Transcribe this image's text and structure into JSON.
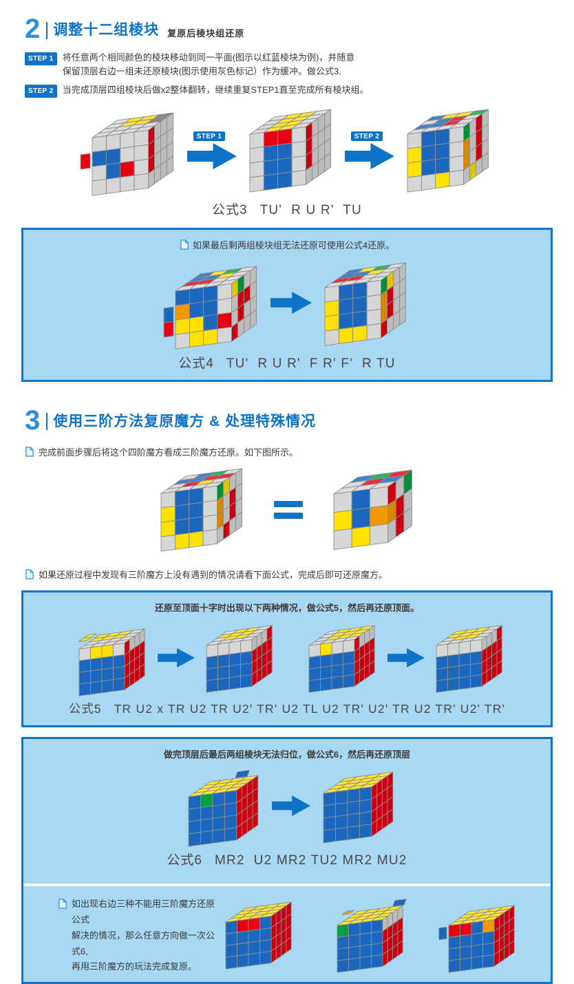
{
  "colors": {
    "accent_blue": "#0e74c8",
    "heading_number_blue": "#2b90d9",
    "heading_title_blue": "#0c73c6",
    "box_fill": "#a9d8f4",
    "text_dark": "#3e3a39",
    "formula_text": "#4c4948",
    "cube": {
      "G": "#d5d6d6",
      "Y": "#ffe100",
      "R": "#e60012",
      "B": "#1a67bd",
      "N": "#00a23f",
      "O": "#f39800",
      "D": "#6f6f6f"
    }
  },
  "section2": {
    "number": "2",
    "title": "调整十二组棱块",
    "subtitle": "复原后棱块组还原",
    "steps": [
      {
        "badge": "STEP 1",
        "lines": [
          "将任意两个相同颜色的棱块移动到同一平面(图示以红蓝棱块为例)，并随意",
          "保留顶层右边一组未还原棱块(图示使用灰色标记）作为缓冲。做公式3."
        ]
      },
      {
        "badge": "STEP 2",
        "lines": [
          "当完成顶层四组棱块后做x2整体翻转，继续重复STEP1直至完成所有棱块组。"
        ]
      }
    ],
    "flow": {
      "step1_label": "STEP 1",
      "step2_label": "STEP 2"
    },
    "formula_label": "公式3",
    "formula": "TU'  R U R'  TU",
    "cubes": [
      {
        "n": 4,
        "s": 21,
        "top": "GYYD GYYD GGGG GGGG",
        "front": "GGGG BBGG GBRG GGGG",
        "right": "RGGG RGGG RGGG GGGG",
        "tabs": [
          {
            "face": "front-left",
            "index": 1,
            "color": "R"
          }
        ]
      },
      {
        "n": 4,
        "s": 21,
        "top": "GYYG GYYG GYYG GYYG",
        "front": "GRRG GBBG GBBG GBBG",
        "right": "RGGG RGGG RGGG GGGG"
      },
      {
        "n": 4,
        "s": 21,
        "top": "BYYN GBRG BBRG GGGG",
        "front": "GBBG YBBG YBBG GGYG",
        "right": "NGRG OGRG OGRG GYGG"
      }
    ]
  },
  "box4": {
    "note": "如果最后剩两组棱块组无法还原可使用公式4还原。",
    "formula_label": "公式4",
    "formula": "TU'  R U R'  F R' F'  R TU",
    "cubes": [
      {
        "n": 4,
        "s": 21,
        "top": "BYNG BBYG RRGG GGGG",
        "front": "BBBG OBBG YYBR GYYG",
        "right": "YNGG GRRG GRGG RGGG",
        "tabs": [
          {
            "face": "front-left",
            "index": 1,
            "color": "B"
          },
          {
            "face": "front-left",
            "index": 2,
            "color": "R"
          }
        ]
      },
      {
        "n": 4,
        "s": 21,
        "top": "BYNG BBYG RRGG GGGG",
        "front": "GBBG YBBG YBBG GYYG",
        "right": "NYGG ORGG ORGG RGGG"
      }
    ]
  },
  "section3": {
    "number": "3",
    "title": "使用三阶方法复原魔方 & 处理特殊情况",
    "note1": "完成前面步骤后将这个四阶魔方看成三阶魔方还原。如下图所示。",
    "note2": "如果还原过程中发现有三阶魔方上没有遇到的情况请看下面公式，完成后即可还原魔方。",
    "cubes": [
      {
        "n": 4,
        "s": 21,
        "top": "GBNG BBRR GRYG GGGG",
        "front": "GBBG YBBG YBBG GYYG",
        "right": "NYGG OGRG OGRG GRGG"
      },
      {
        "n": 3,
        "s": 27,
        "top": "BNR GRB GGG",
        "front": "GBG YBO GYG",
        "right": "RGN ORG GRG"
      }
    ]
  },
  "box5": {
    "title": "还原至顶面十字时出现以下两种情况，做公式5，然后再还原顶面。",
    "formula_label": "公式5",
    "formula": "TR U2 x TR U2 TR U2' TR' U2 TL U2 TR' U2' TR U2 TR' U2' TR'",
    "cubes": [
      {
        "n": 4,
        "s": 17,
        "top": "YYYG YYYG GGGG GGGG",
        "front": "GYYG BBBB BBBB BBBB",
        "right": "RGGG RRRR RRRR RRRR",
        "tabs": [
          {
            "face": "top-left",
            "index": 0,
            "color": "Y"
          },
          {
            "face": "top-left",
            "index": 1,
            "color": "Y"
          }
        ]
      },
      {
        "n": 4,
        "s": 17,
        "top": "GYYG YYYG GYYG GGGG",
        "front": "GGGG BBBB BBBB BBBB",
        "right": "GGGR RRRR RRRR RRRR"
      },
      {
        "n": 4,
        "s": 17,
        "top": "GYYY GYYY GYYY GGGG",
        "front": "GYGG BBBB BBBB BBBB",
        "right": "RGGG RRRR RRRR RRRR"
      },
      {
        "n": 4,
        "s": 17,
        "top": "YYYG YYYG GYYG GGGG",
        "front": "GGGG BBBB BBBB BBBB",
        "right": "GGGR RRRR RRRR RRRR"
      }
    ]
  },
  "box6": {
    "title": "做完顶层后最后两组棱块无法归位，做公式6，然后再还原顶层",
    "formula_label": "公式6",
    "formula": "MR2  U2 MR2 TU2 MR2 MU2",
    "cubes": [
      {
        "n": 4,
        "s": 18,
        "top": "YYYY YYYY YYYY YYYY",
        "front": "BNBB BBBB BBBB BBBB",
        "right": "RRRR RRRR RRRR RRRR",
        "tabs": [
          {
            "face": "top-back",
            "index": 2,
            "color": "B"
          }
        ]
      },
      {
        "n": 4,
        "s": 18,
        "top": "YYYY YYYY YYYY YYYY",
        "front": "BBBB BBBB BBBB BBBB",
        "right": "RRRR RRRR RRRR RRRR"
      }
    ],
    "special_note_lines": [
      "如出现右边三种不能用三阶魔方还原公式",
      "解决的情况，那么任意方向做一次公式6,",
      "再用三阶魔方的玩法完成复原。"
    ],
    "special_cubes": [
      {
        "n": 4,
        "s": 17,
        "top": "YYYY YYYY YYYY YYYY",
        "front": "BRRB BBBB BBBB BBBB",
        "right": "RRRR RRRR RRRR RRRR"
      },
      {
        "n": 4,
        "s": 17,
        "top": "YYYY YYYY YYYY YYYY",
        "front": "NBBB BBBB BBBB BBBB",
        "right": "GGGG RRRR RRRR RRRR",
        "tabs": [
          {
            "face": "top-left",
            "index": 0,
            "color": "O"
          },
          {
            "face": "top-back",
            "index": 3,
            "color": "B"
          }
        ]
      },
      {
        "n": 4,
        "s": 17,
        "top": "YYYY YYYY YYYY YYYY",
        "front": "RRBO BBBB BBBB BBBB",
        "right": "RRRR RRRR RRRR RRRR",
        "tabs": [
          {
            "face": "front-left",
            "index": 0,
            "color": "B"
          }
        ]
      }
    ]
  }
}
